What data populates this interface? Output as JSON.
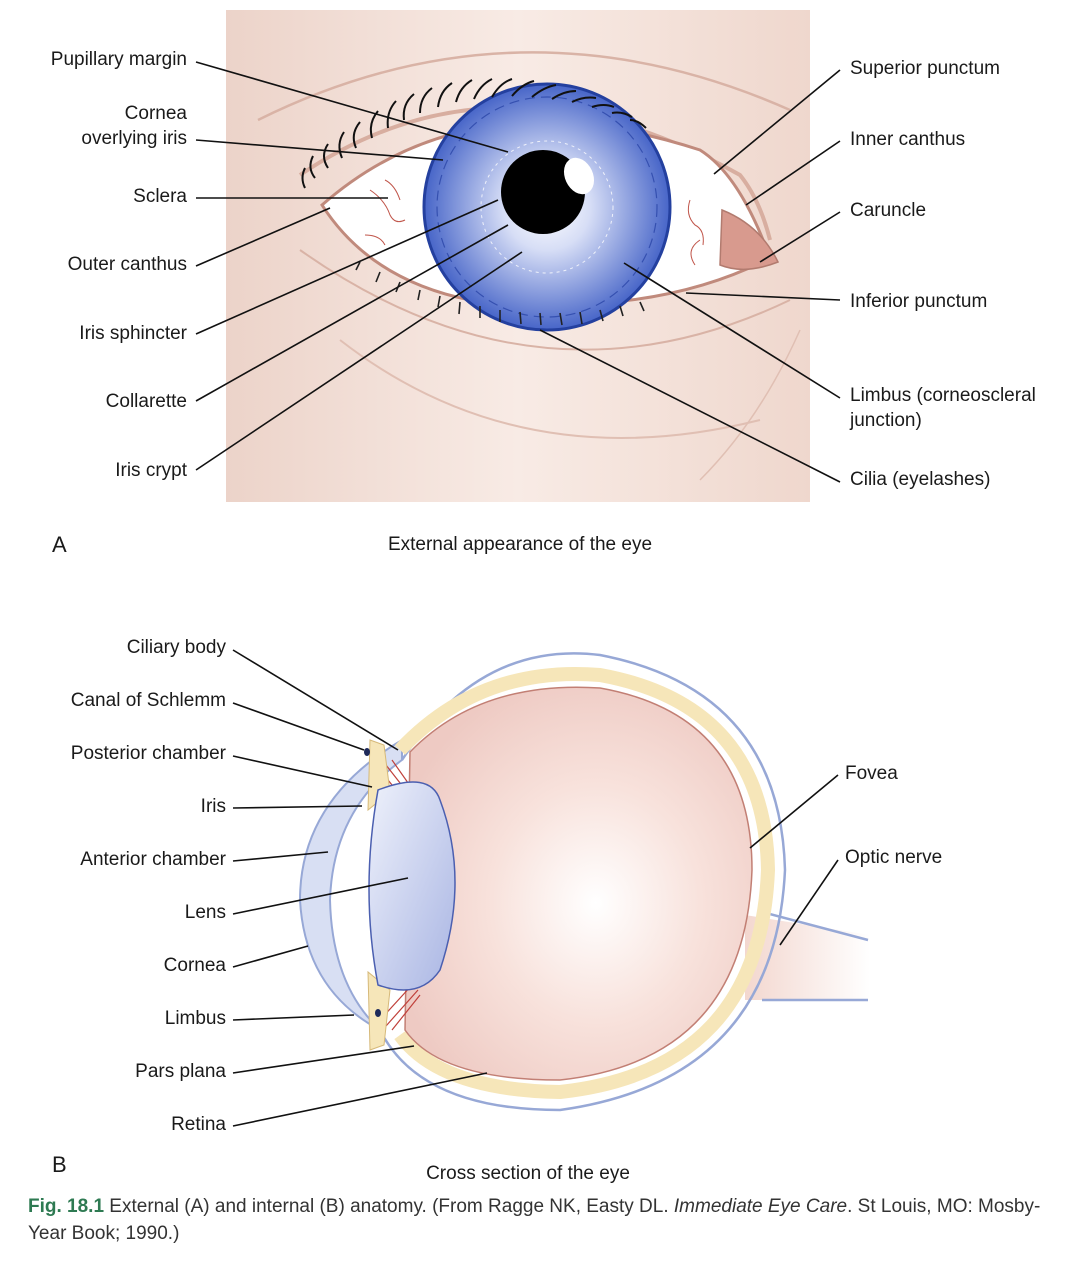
{
  "panel_a": {
    "letter": "A",
    "caption": "External appearance of the eye",
    "labels_left": [
      "Pupillary margin",
      "Cornea overlying iris",
      "Sclera",
      "Outer canthus",
      "Iris sphincter",
      "Collarette",
      "Iris crypt"
    ],
    "cornea_line1": "Cornea",
    "cornea_line2": "overlying iris",
    "labels_right": [
      "Superior punctum",
      "Inner canthus",
      "Caruncle",
      "Inferior punctum",
      "Limbus (corneoscleral",
      "junction)",
      "Cilia (eyelashes)"
    ]
  },
  "panel_b": {
    "letter": "B",
    "caption": "Cross section of the eye",
    "labels_left": [
      "Ciliary body",
      "Canal of Schlemm",
      "Posterior chamber",
      "Iris",
      "Anterior chamber",
      "Lens",
      "Cornea",
      "Limbus",
      "Pars plana",
      "Retina"
    ],
    "labels_right": [
      "Fovea",
      "Optic nerve"
    ]
  },
  "figure_caption": {
    "number": "Fig. 18.1",
    "text_before": " External (A) and internal (B) anatomy. (From Ragge NK, Easty DL. ",
    "book": "Immediate Eye Care",
    "text_after": ". St Louis, MO: Mosby-Year Book; 1990.)"
  },
  "colors": {
    "skin": "#f2dcd3",
    "iris_blue": "#3f5fc4",
    "pupil": "#000000",
    "lens": "#b9c4ea",
    "vitreous": "#f2d2cc",
    "choroid": "#f6e6b9",
    "sclera_outline": "#97a8d6",
    "caption_green": "#2e7a52"
  }
}
